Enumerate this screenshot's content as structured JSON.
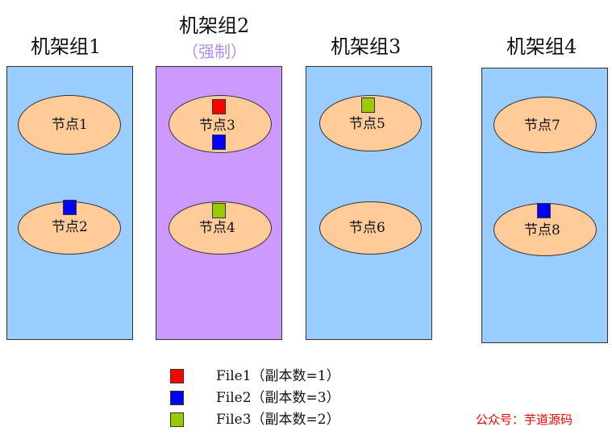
{
  "racks": [
    {
      "title": "机架组1",
      "subtitle": "",
      "nodes": [
        {
          "label": "节点1",
          "blocks": []
        },
        {
          "label": "节点2",
          "blocks": [
            "file2"
          ]
        }
      ]
    },
    {
      "title": "机架组2",
      "subtitle": "（强制）",
      "nodes": [
        {
          "label": "节点3",
          "blocks": [
            "file1",
            "file2"
          ]
        },
        {
          "label": "节点4",
          "blocks": [
            "file3"
          ]
        }
      ]
    },
    {
      "title": "机架组3",
      "subtitle": "",
      "nodes": [
        {
          "label": "节点5",
          "blocks": [
            "file3"
          ]
        },
        {
          "label": "节点6",
          "blocks": []
        }
      ]
    },
    {
      "title": "机架组4",
      "subtitle": "",
      "nodes": [
        {
          "label": "节点7",
          "blocks": []
        },
        {
          "label": "节点8",
          "blocks": [
            "file2"
          ]
        }
      ]
    }
  ],
  "legend": [
    {
      "key": "file1",
      "label": "File1（副本数=1）"
    },
    {
      "key": "file2",
      "label": "File2（副本数=3）"
    },
    {
      "key": "file3",
      "label": "File3（副本数=2）"
    }
  ],
  "watermark": "公众号：芋道源码",
  "colors": {
    "rack_default": "#99ccff",
    "rack_forced": "#cc99ff",
    "node_fill": "#ffcc99",
    "file1": "#ff0000",
    "file2": "#0000ff",
    "file3": "#99cc00",
    "subtitle_text": "#b38df0",
    "watermark_text": "#ff0000"
  }
}
